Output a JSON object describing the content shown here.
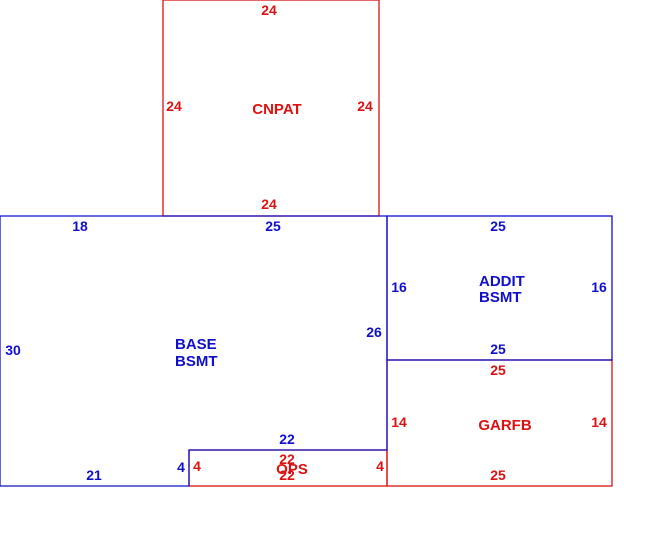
{
  "colors": {
    "blue": "#1010cc",
    "red": "#dd1111",
    "background": "#ffffff"
  },
  "areas": {
    "cnpat": {
      "name": "CNPAT",
      "top": "24",
      "left": "24",
      "right": "24",
      "bottom": "24",
      "color": "red"
    },
    "base": {
      "name_line1": "BASE",
      "name_line2": "BSMT",
      "top_left": "18",
      "top_right": "25",
      "left": "30",
      "right": "26",
      "bottom": "21",
      "notch_side": "4",
      "notch_top": "22",
      "color": "blue"
    },
    "addit": {
      "name_line1": "ADDIT",
      "name_line2": "BSMT",
      "top": "25",
      "left": "16",
      "right": "16",
      "bottom": "25",
      "color": "blue"
    },
    "garfb": {
      "name": "GARFB",
      "top": "25",
      "left": "14",
      "right": "14",
      "bottom": "25",
      "color": "red"
    },
    "ops": {
      "name": "OPS",
      "top": "22",
      "bottom": "22",
      "left": "4",
      "right": "4",
      "color": "red"
    }
  }
}
